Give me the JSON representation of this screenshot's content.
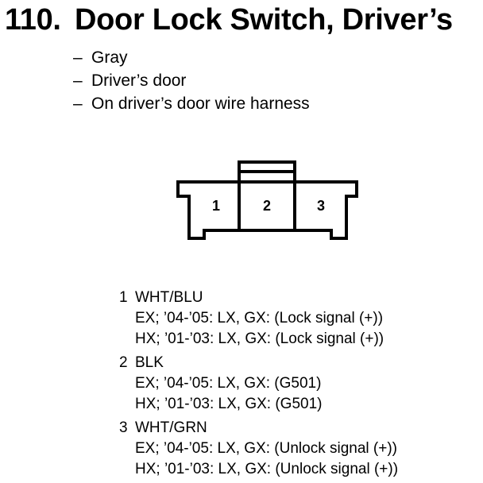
{
  "header": {
    "number": "110.",
    "title": "Door Lock Switch, Driver’s"
  },
  "details": [
    {
      "dash": "–",
      "text": "Gray"
    },
    {
      "dash": "–",
      "text": "Driver’s door"
    },
    {
      "dash": "–",
      "text": "On driver’s door wire harness"
    }
  ],
  "connector": {
    "pins": [
      "1",
      "2",
      "3"
    ]
  },
  "pins": [
    {
      "num": "1",
      "wire": "WHT/BLU",
      "lines": [
        "EX; ’04-’05: LX, GX: (Lock signal (+))",
        "HX; ’01-’03: LX, GX: (Lock signal (+))"
      ]
    },
    {
      "num": "2",
      "wire": "BLK",
      "lines": [
        "EX; ’04-’05: LX, GX: (G501)",
        "HX; ’01-’03: LX, GX: (G501)"
      ]
    },
    {
      "num": "3",
      "wire": "WHT/GRN",
      "lines": [
        "EX; ’04-’05: LX, GX: (Unlock signal (+))",
        "HX; ’01-’03: LX, GX: (Unlock signal (+))"
      ]
    }
  ]
}
